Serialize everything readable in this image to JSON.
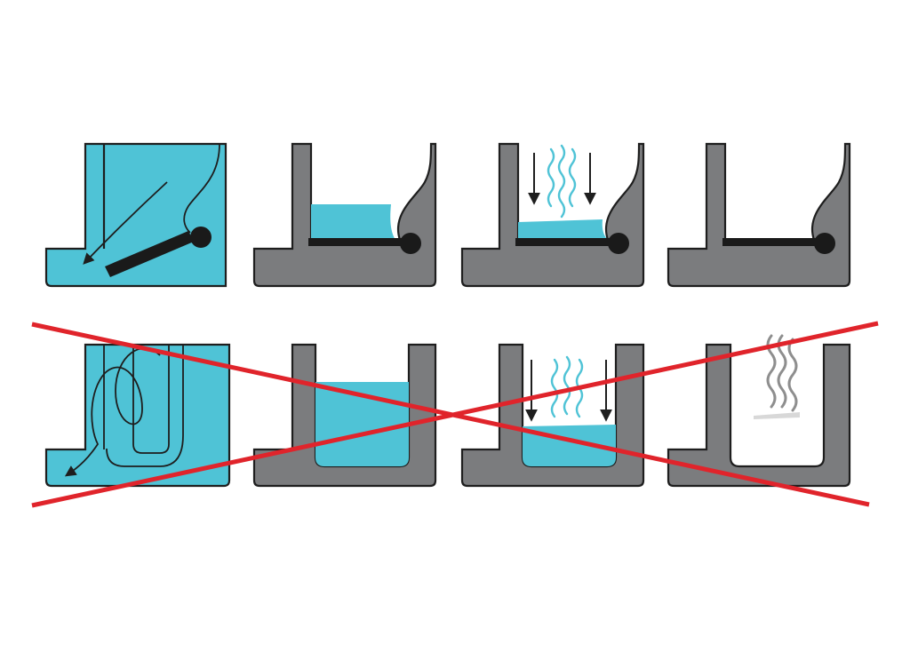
{
  "colors": {
    "water": "#4fc3d6",
    "wall": "#7b7c7e",
    "outline": "#1e1e1e",
    "flap": "#1a1a1a",
    "cross": "#e0242b",
    "fumes": "#8e8e8e",
    "residue": "#d8d8d8",
    "background": "#ffffff"
  },
  "rows": [
    {
      "id": "top",
      "trap_type": "flap",
      "panels": [
        "flushing",
        "water-seal",
        "evaporating",
        "dry"
      ],
      "crossed_out": false
    },
    {
      "id": "bottom",
      "trap_type": "u-bend",
      "panels": [
        "flushing",
        "water-seal",
        "evaporating",
        "dry-with-odor"
      ],
      "crossed_out": true
    }
  ],
  "icons": [
    "down-arrow-icon",
    "vapor-wave-icon",
    "odor-fume-icon",
    "cross-mark-icon"
  ]
}
